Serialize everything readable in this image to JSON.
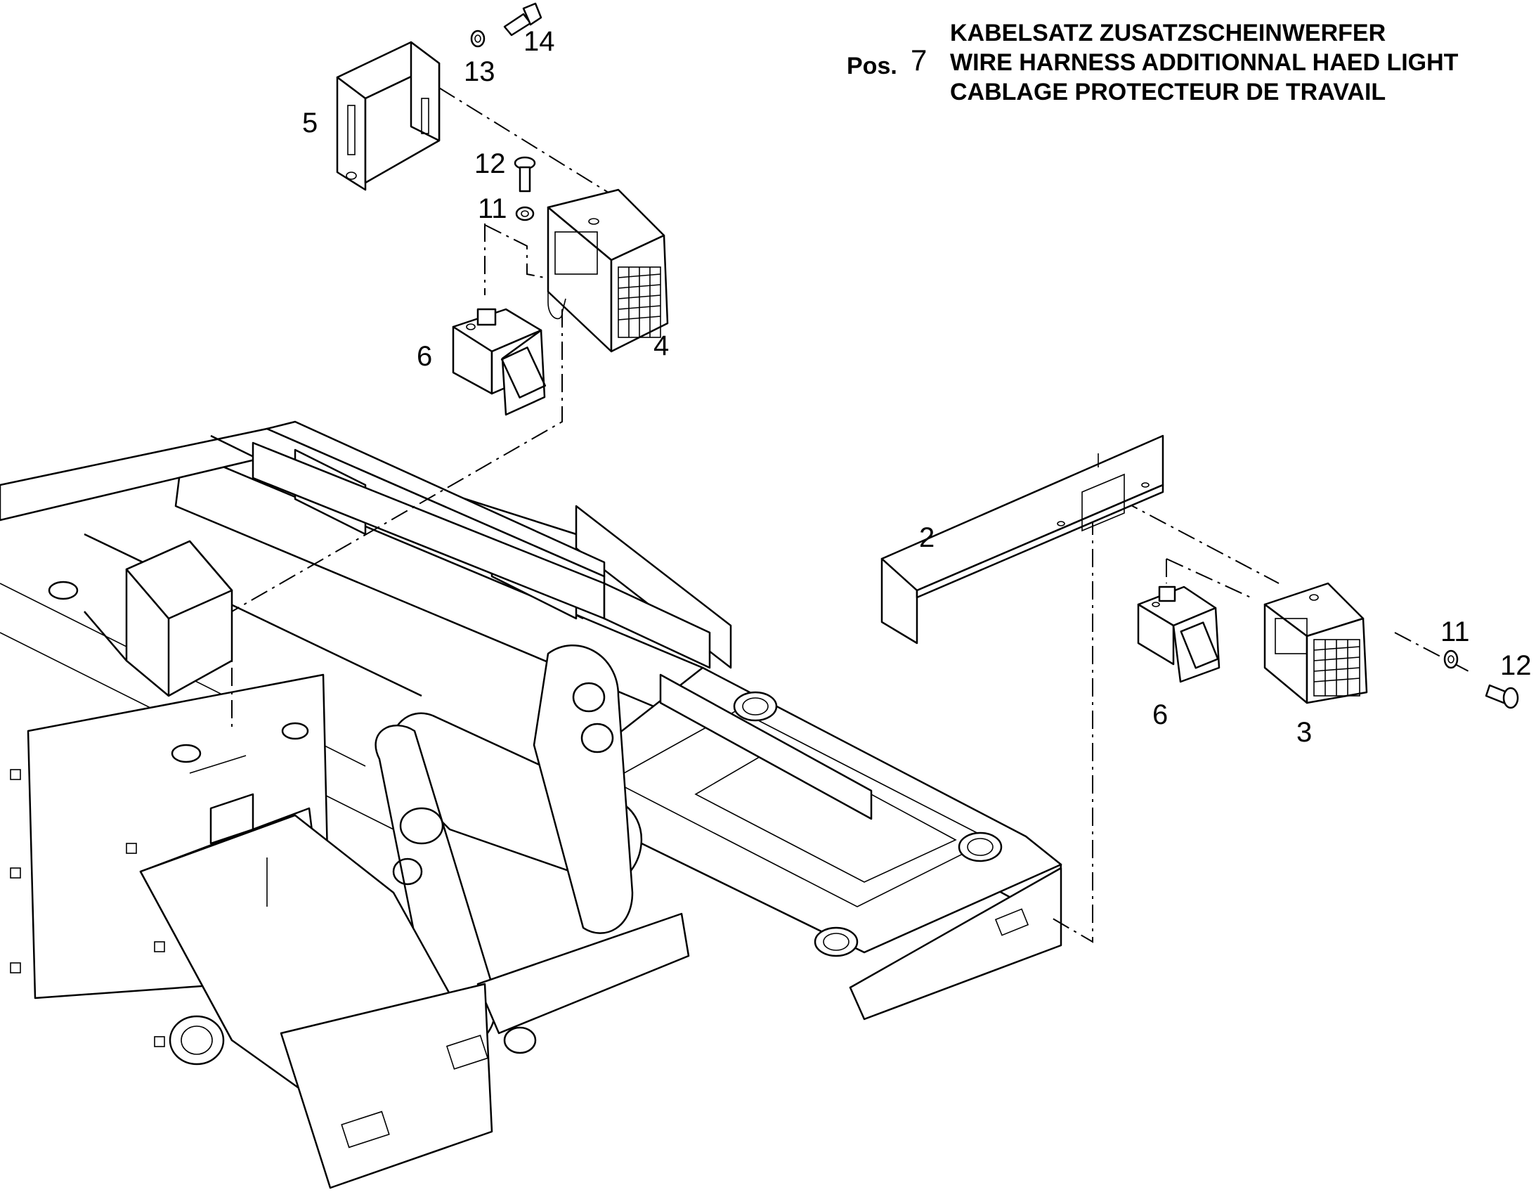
{
  "header": {
    "pos_label": "Pos.",
    "pos_number": "7",
    "title_de": "KABELSATZ ZUSATZSCHEINWERFER",
    "title_en": "WIRE HARNESS ADDITIONNAL HAED LIGHT",
    "title_fr": "CABLAGE PROTECTEUR DE TRAVAIL"
  },
  "callouts": {
    "c14": "14",
    "c13": "13",
    "c5": "5",
    "c12_top": "12",
    "c11_top": "11",
    "c6_top": "6",
    "c4": "4",
    "c2": "2",
    "c11_right": "11",
    "c12_right": "12",
    "c6_right": "6",
    "c3": "3"
  }
}
